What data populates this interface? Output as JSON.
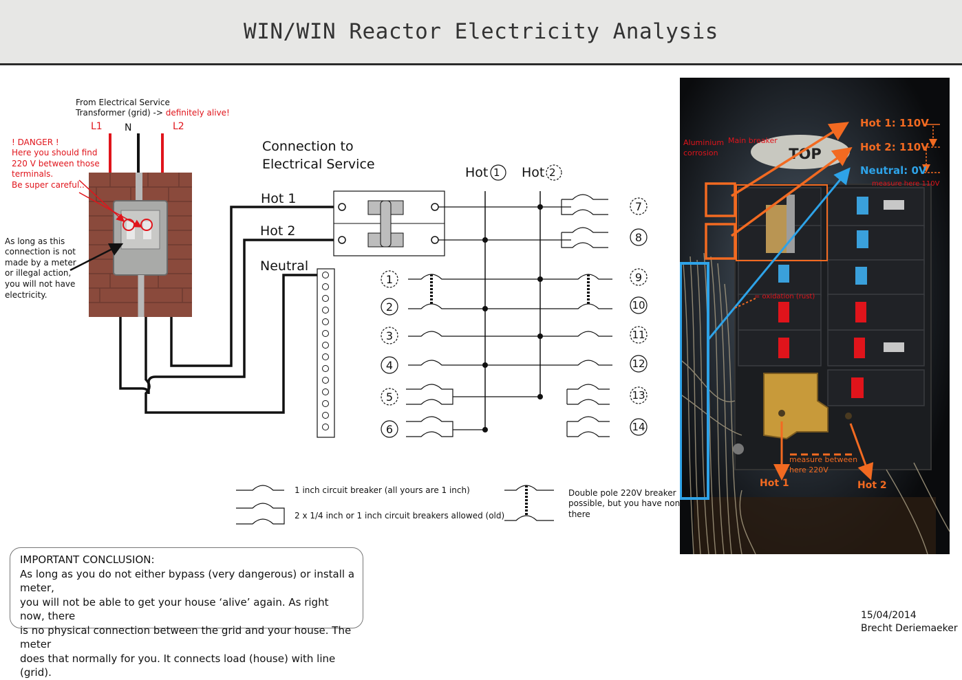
{
  "header": {
    "title": "WIN/WIN Reactor Electricity Analysis"
  },
  "service": {
    "from_line1": "From Electrical Service",
    "from_line2_prefix": "Transformer (grid) ->",
    "from_line2_alert": "definitely alive!",
    "l1": "L1",
    "n": "N",
    "l2": "L2",
    "danger": [
      "! DANGER !",
      "Here you should find",
      "220 V between those",
      "terminals.",
      "Be super careful.."
    ],
    "meter_note": [
      "As long as this",
      "connection is not",
      "made by a meter",
      "or illegal action,",
      "you will not have",
      "electricity."
    ]
  },
  "panel": {
    "connection_title": [
      "Connection to",
      "Electrical Service"
    ],
    "hot1": "Hot 1",
    "hot2": "Hot 2",
    "neutral": "Neutral",
    "bus_hot1": "Hot",
    "bus_hot1_num": "1",
    "bus_hot2": "Hot",
    "bus_hot2_num": "2",
    "left_numbers": [
      "1",
      "2",
      "3",
      "4",
      "5",
      "6"
    ],
    "right_numbers": [
      "7",
      "8",
      "9",
      "10",
      "11",
      "12",
      "13",
      "14"
    ]
  },
  "legend": {
    "single": "1 inch circuit breaker (all yours are 1 inch)",
    "double": "2 x 1/4 inch or 1 inch circuit breakers allowed (old)",
    "double_pole": [
      "Double pole 220V breaker",
      "possible, but you have none",
      "there"
    ]
  },
  "conclusion": {
    "heading": "IMPORTANT CONCLUSION:",
    "lines": [
      "As long as you do not either bypass (very dangerous) or install a meter,",
      "you will not be able to get your house ‘alive’ again. As right now, there",
      "is no physical connection between the grid and your house. The meter",
      "does that normally for you. It connects load (house) with line (grid)."
    ]
  },
  "photo": {
    "hot1_reading": "Hot 1: 110V",
    "hot2_reading": "Hot 2: 110V",
    "neutral_reading": "Neutral: 0V",
    "measure_110": "measure here 110V",
    "aluminium": [
      "Aluminium",
      "corrosion"
    ],
    "main_breaker": "Main breaker",
    "oxidation": "= oxidation (rust)",
    "measure_220": [
      "measure between",
      "here 220V"
    ],
    "hot1": "Hot 1",
    "hot2": "Hot 2",
    "top_label": "TOP",
    "colors": {
      "orange": "#f26a21",
      "blue": "#2ea3e8",
      "red": "#e0141b"
    }
  },
  "signature": {
    "date": "15/04/2014",
    "author": "Brecht Deriemaeker"
  }
}
